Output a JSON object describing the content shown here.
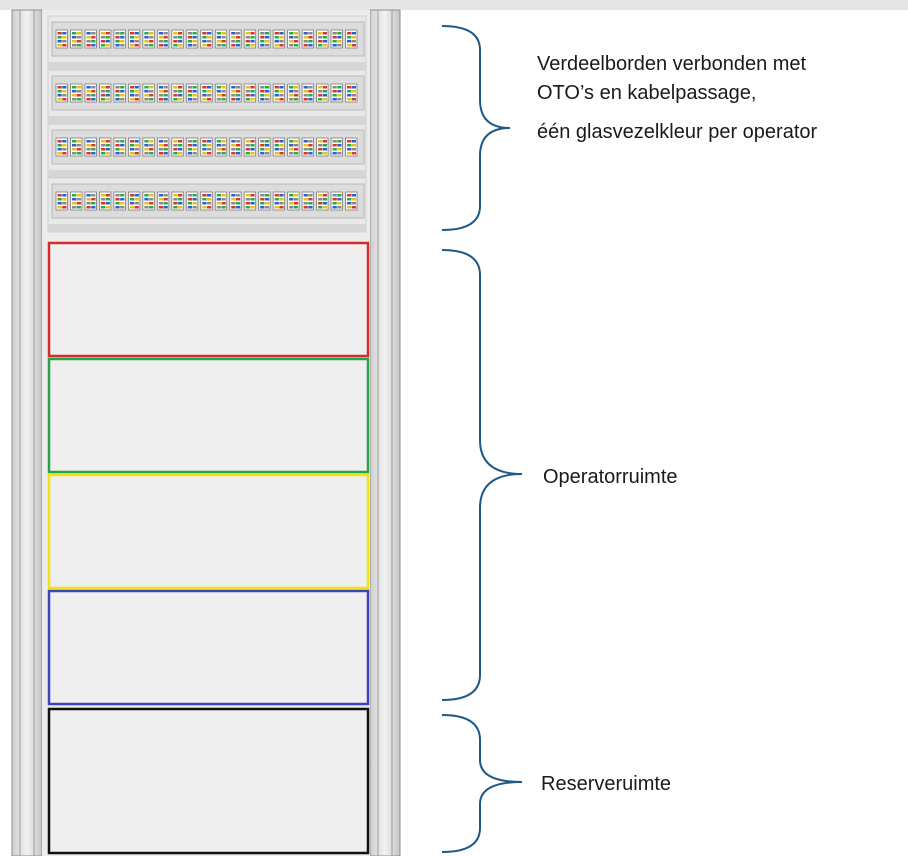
{
  "diagram": {
    "annotations": {
      "distribution_lines": [
        "Verdeelborden verbonden met",
        "OTO’s en kabelpassage,",
        "één glasvezelkleur per operator"
      ],
      "operator_space": "Operatorruimte",
      "reserve_space": "Reserveruimte"
    },
    "rack": {
      "patch_panel_count": 4,
      "ports_per_panel": 21,
      "port_colors": [
        "#d33a2c",
        "#2aa84a",
        "#2f5fc8",
        "#e5c21a",
        "#8a8a8a"
      ],
      "operator_compartments": [
        {
          "name": "operator-red",
          "color": "#d62b2b"
        },
        {
          "name": "operator-green",
          "color": "#27a34a"
        },
        {
          "name": "operator-yellow",
          "color": "#f2e215"
        },
        {
          "name": "operator-blue",
          "color": "#3a47b8"
        }
      ],
      "reserve_compartment": {
        "name": "reserve",
        "color": "#111111"
      }
    },
    "bracket_color": "#1f5a86"
  }
}
